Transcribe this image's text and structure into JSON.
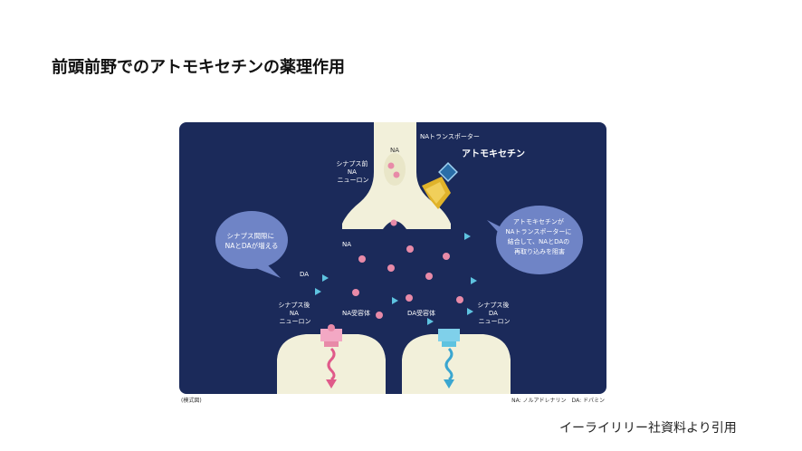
{
  "title": "前頭前野でのアトモキセチンの薬理作用",
  "figure": {
    "labels": {
      "presynaptic_neuron": [
        "シナプス前",
        "NA",
        "ニューロン"
      ],
      "na_in_vesicle": "NA",
      "na_transporter": "NAトランスポーター",
      "atomoxetine": "アトモキセチン",
      "bubble_left": [
        "シナプス間隙に",
        "NAとDAが増える"
      ],
      "bubble_right": [
        "アトモキセチンが",
        "NAトランスポーターに",
        "結合して、NAとDAの",
        "再取り込みを阻害"
      ],
      "na_cleft": "NA",
      "da_cleft": "DA",
      "post_na_neuron": [
        "シナプス後",
        "NA",
        "ニューロン"
      ],
      "na_receptor": "NA受容体",
      "da_receptor": "DA受容体",
      "post_da_neuron": [
        "シナプス後",
        "DA",
        "ニューロン"
      ],
      "schematic_note": "(模式図)",
      "legend_note": "NA: ノルアドレナリン　DA: ドパミン"
    },
    "colors": {
      "background": "#1b2a5a",
      "neuron": "#f2f0da",
      "na_dot": "#e88aa8",
      "da_triangle": "#5ec3e0",
      "bubble": "#6f84c6",
      "transporter": "#e0b32a",
      "drug": "#2a6ea8",
      "na_arrow": "#e05a8a",
      "da_arrow": "#3aa6d0"
    }
  },
  "source": "イーライリリー社資料より引用"
}
